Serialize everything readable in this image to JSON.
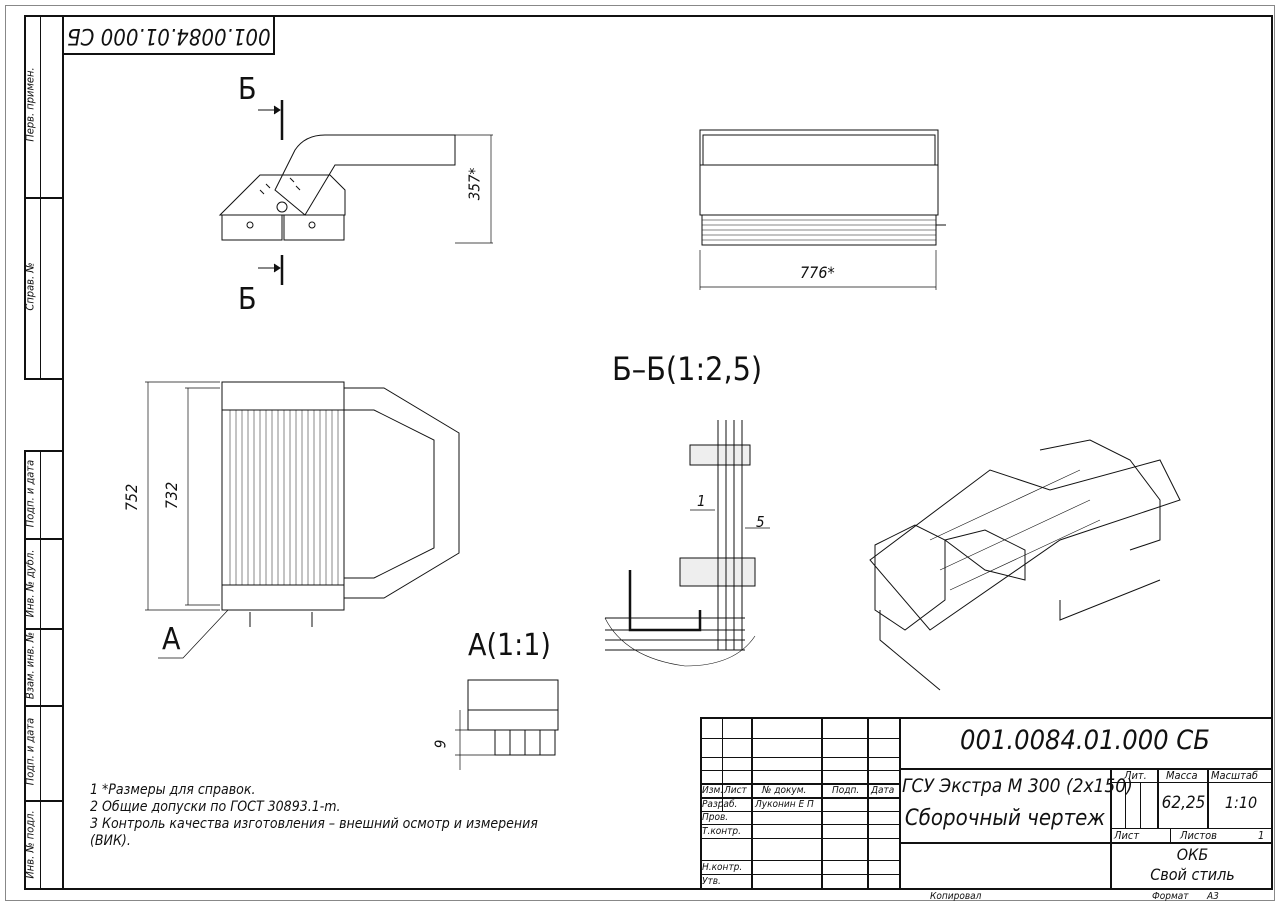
{
  "stamp_code": "001.0084.01.000 СБ",
  "side_strip": [
    "Перв. примен.",
    "Справ. №",
    "Подп. и дата",
    "Инв. № дубл.",
    "Взам. инв. №",
    "Подп. и дата",
    "Инв. № подл."
  ],
  "views": {
    "section_mark": "Б",
    "section_title": "Б–Б(1:2,5)",
    "detail_mark": "А",
    "detail_title": "А(1:1)",
    "dim_height": "357*",
    "dim_width": "776*",
    "dim_752": "752",
    "dim_732": "732",
    "dim_1": "1",
    "dim_5": "5",
    "dim_9": "9"
  },
  "notes": [
    "1 *Размеры для справок.",
    "2 Общие допуски по ГОСТ 30893.1-m.",
    "3 Контроль качества изготовления – внешний осмотр и измерения",
    "(ВИК)."
  ],
  "title_block": {
    "designation": "001.0084.01.000 СБ",
    "name_line1": "ГСУ Экстра М 300 (2х150)",
    "name_line2": "Сборочный чертеж",
    "headers": {
      "izm": "Изм.",
      "list": "Лист",
      "doc": "№ докум.",
      "sign": "Подп.",
      "date": "Дата"
    },
    "roles": [
      "Разраб.",
      "Пров.",
      "Т.контр.",
      "",
      "Н.контр.",
      "Утв."
    ],
    "developer": "Луконин Е П",
    "lit_label": "Лит.",
    "mass_label": "Масса",
    "scale_label": "Масштаб",
    "mass": "62,25",
    "scale": "1:10",
    "sheet_label": "Лист",
    "sheets_label": "Листов",
    "sheets": "1",
    "org1": "ОКБ",
    "org2": "Свой стиль",
    "copied": "Копировал",
    "format_label": "Формат",
    "format": "А3"
  }
}
